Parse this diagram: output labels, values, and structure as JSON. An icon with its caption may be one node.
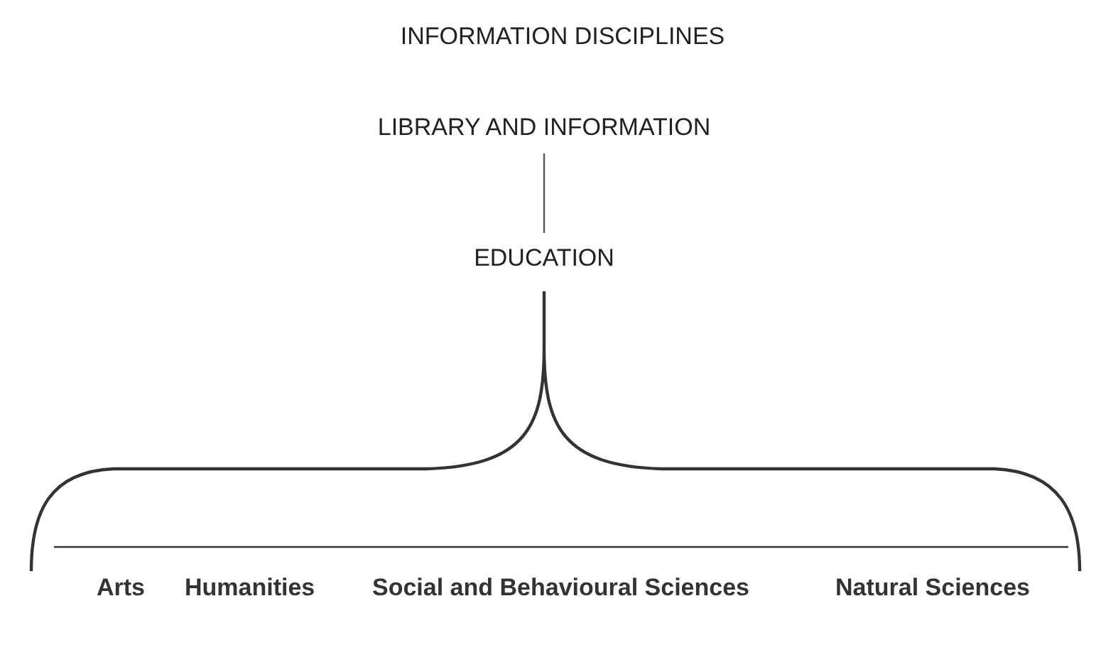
{
  "diagram": {
    "title": "INFORMATION DISCIPLINES",
    "nodes": [
      {
        "text": [
          "LIBRARY AND INFORMATION"
        ]
      },
      {
        "text": [
          "EDUCATION"
        ]
      }
    ],
    "edges": [
      {
        "from": 0,
        "to": 1,
        "arrow": "none"
      }
    ],
    "labels": [
      "Arts",
      "Humanities",
      "Social and Behavioural Sciences",
      "Natural Sciences"
    ]
  }
}
